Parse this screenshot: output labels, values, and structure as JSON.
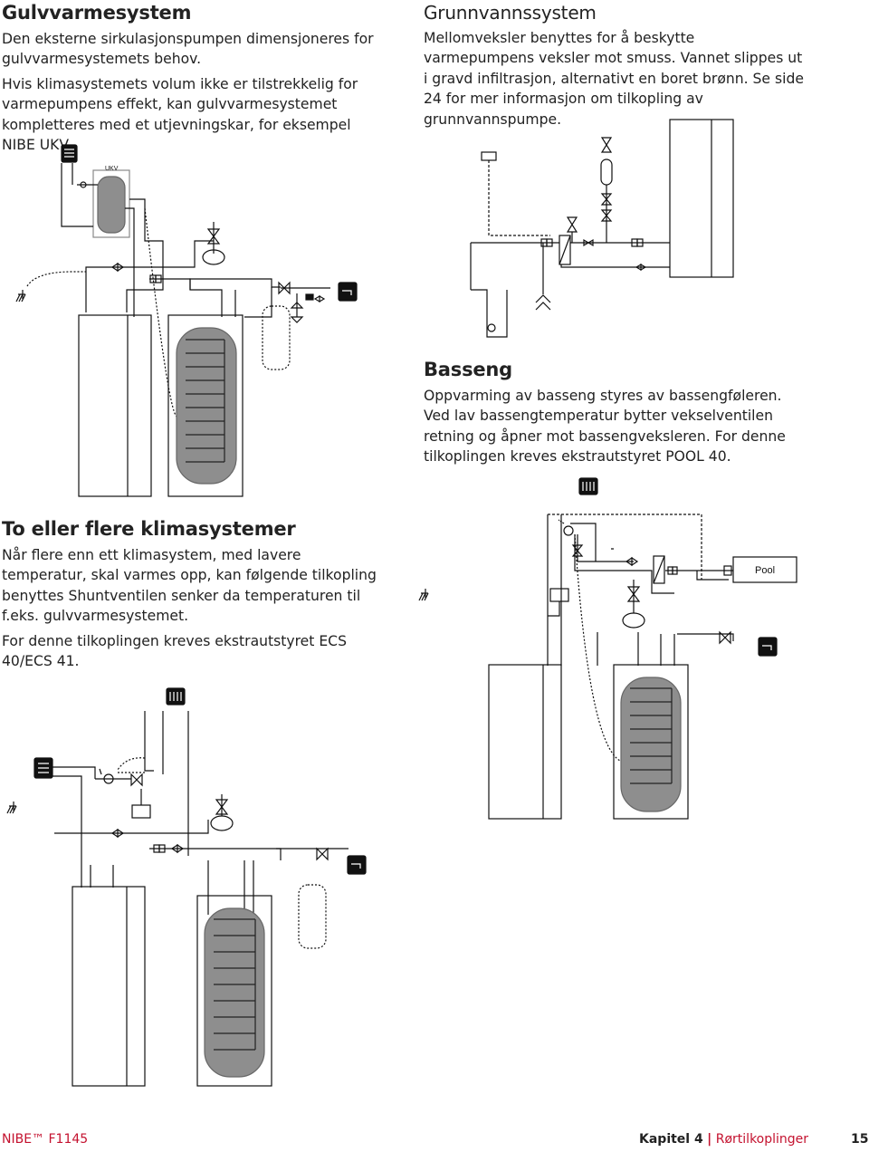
{
  "sections": {
    "gulvvarme": {
      "title": "Gulvvarmesystem",
      "p1": "Den eksterne sirkulasjonspumpen dimensjoneres for gulvvarmesystemets behov.",
      "p2": "Hvis klimasystemets volum ikke er tilstrekkelig for varmepumpens effekt, kan gulvvarmesystemet kompletteres med et utjevningskar, for eksempel NIBE UKV."
    },
    "grunnvann": {
      "title": "Grunnvannssystem",
      "p1": "Mellomveksler benyttes for å beskytte varmepumpens veksler mot smuss. Vannet slippes ut i gravd infiltrasjon, alternativt en boret brønn. Se side 24 for mer informasjon om tilkopling av grunnvannspumpe."
    },
    "basseng": {
      "title": "Basseng",
      "p1": "Oppvarming av basseng styres av bassengføleren. Ved lav bassengtemperatur bytter vekselventilen retning og åpner mot bassengveksleren. For denne tilkoplingen kreves ekstrautstyret POOL 40."
    },
    "klimasystemer": {
      "title": "To eller flere klimasystemer",
      "p1": "Når flere enn ett klimasystem, med lavere temperatur, skal varmes opp, kan følgende tilkopling benyttes Shuntventilen senker da temperaturen til f.eks. gulvvarmesystemet.",
      "p2": "For denne tilkoplingen kreves ekstrautstyret ECS 40/ECS 41."
    }
  },
  "diagram_labels": {
    "ukv": "UKV",
    "pool": "Pool"
  },
  "footer": {
    "brand": "NIBE™ F1145",
    "chapter": "Kapitel 4",
    "separator": "|",
    "chapter_title": "Rørtilkoplinger",
    "page": "15"
  },
  "colors": {
    "brand_red": "#c4122f",
    "tank_gray": "#8e8e8e"
  }
}
